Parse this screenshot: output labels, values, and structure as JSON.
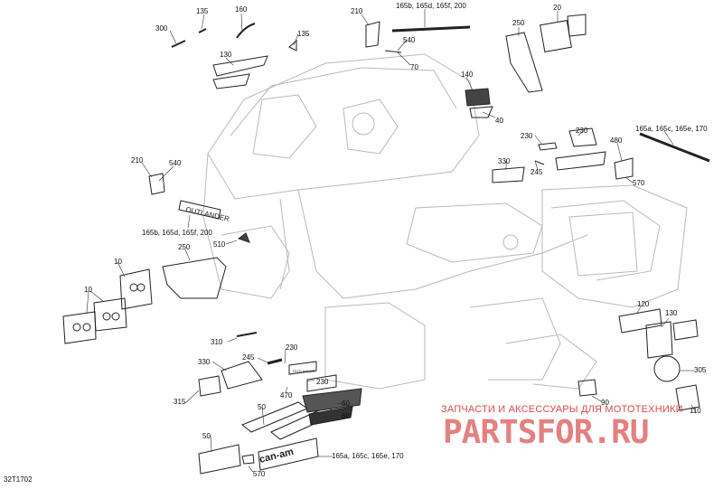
{
  "diagram": {
    "drawing_code": "32T1702",
    "callouts": [
      "300",
      "135",
      "160",
      "210",
      "165b, 165d, 165f, 200",
      "20",
      "135",
      "540",
      "250",
      "130",
      "70",
      "140",
      "40",
      "230",
      "165a, 165c, 165e, 170",
      "230",
      "480",
      "330",
      "245",
      "570",
      "210",
      "540",
      "165b, 165d, 165f, 200",
      "510",
      "250",
      "10",
      "10",
      "120",
      "130",
      "310",
      "245",
      "230",
      "330",
      "230",
      "305",
      "470",
      "315",
      "90",
      "50",
      "60",
      "60",
      "110",
      "50",
      "165a, 165c, 165e, 170",
      "570"
    ],
    "decal_texts": [
      "OUTLANDER",
      "can-am",
      "OUTLANDER"
    ]
  },
  "watermark": {
    "tagline": "ЗАПЧАСТИ И АКСЕССУАРЫ ДЛЯ МОТОТЕХНИКИ",
    "logo": "PARTSFOR.RU"
  },
  "colors": {
    "line": "#222222",
    "frame": "#b8b8b8",
    "watermark": "#d94b4b"
  }
}
